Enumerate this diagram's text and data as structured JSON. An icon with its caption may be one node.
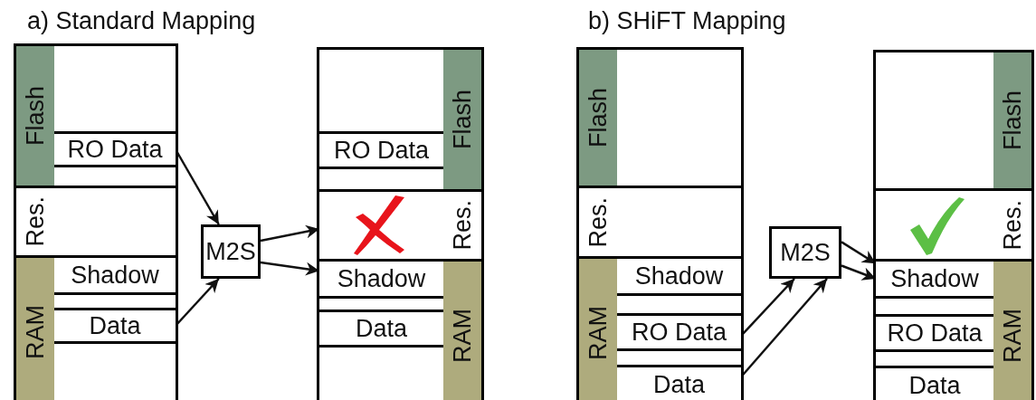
{
  "diagram": {
    "nodes": [
      {
        "text": [],
        "shape": "box"
      },
      {
        "text": [
          "Flash"
        ],
        "in": 0
      },
      {
        "text": [
          "Res."
        ],
        "in": 0
      },
      {
        "text": [
          "RAM"
        ],
        "in": 0
      },
      {
        "text": [
          "RO Data"
        ],
        "in": 0
      },
      {
        "text": [
          "Shadow"
        ],
        "in": 0
      },
      {
        "text": [
          "Data"
        ],
        "in": 0
      },
      {
        "text": [
          "M2S"
        ]
      },
      {
        "text": [],
        "shape": "box"
      },
      {
        "text": [
          "RO Data"
        ],
        "in": 8
      },
      {
        "text": [],
        "shape": "box",
        "in": 8
      },
      {
        "text": [
          "Shadow"
        ],
        "in": 8
      },
      {
        "text": [
          "Data"
        ],
        "in": 8
      },
      {
        "text": [
          "Flash"
        ],
        "in": 8
      },
      {
        "text": [
          "Res."
        ],
        "in": 8
      },
      {
        "text": [
          "RAM"
        ],
        "in": 8
      },
      {
        "text": [],
        "shape": "box"
      },
      {
        "text": [
          "Flash"
        ],
        "in": 16
      },
      {
        "text": [
          "Res."
        ],
        "in": 16
      },
      {
        "text": [
          "RAM"
        ],
        "in": 16
      },
      {
        "text": [
          "Shadow"
        ],
        "in": 16
      },
      {
        "text": [
          "RO Data"
        ],
        "in": 16
      },
      {
        "text": [
          "Data"
        ],
        "in": 16
      },
      {
        "text": [
          "M2S"
        ]
      },
      {
        "text": [],
        "shape": "box"
      },
      {
        "text": [],
        "shape": "box",
        "in": 24
      },
      {
        "text": [
          "Shadow"
        ],
        "in": 24
      },
      {
        "text": [
          "RO Data"
        ],
        "in": 24
      },
      {
        "text": [
          "Data"
        ],
        "in": 24
      },
      {
        "text": [
          "Flash"
        ],
        "in": 24
      },
      {
        "text": [
          "Res."
        ],
        "in": 24
      },
      {
        "text": [
          "RAM"
        ],
        "in": 24
      }
    ],
    "edges": [
      {
        "from": 4,
        "to": 7,
        "arrow": "to"
      },
      {
        "from": 6,
        "to": 7,
        "arrow": "to"
      },
      {
        "from": 7,
        "to": 10,
        "arrow": "to"
      },
      {
        "from": 7,
        "to": 11,
        "arrow": "to"
      },
      {
        "from": 21,
        "to": 23,
        "arrow": "to"
      },
      {
        "from": 22,
        "to": 23,
        "arrow": "to"
      },
      {
        "from": 23,
        "to": 26,
        "arrow": "to"
      },
      {
        "from": 23,
        "to": 26,
        "arrow": "to"
      }
    ],
    "labels": [
      "a) Standard Mapping",
      "b) SHiFT Mapping"
    ]
  }
}
